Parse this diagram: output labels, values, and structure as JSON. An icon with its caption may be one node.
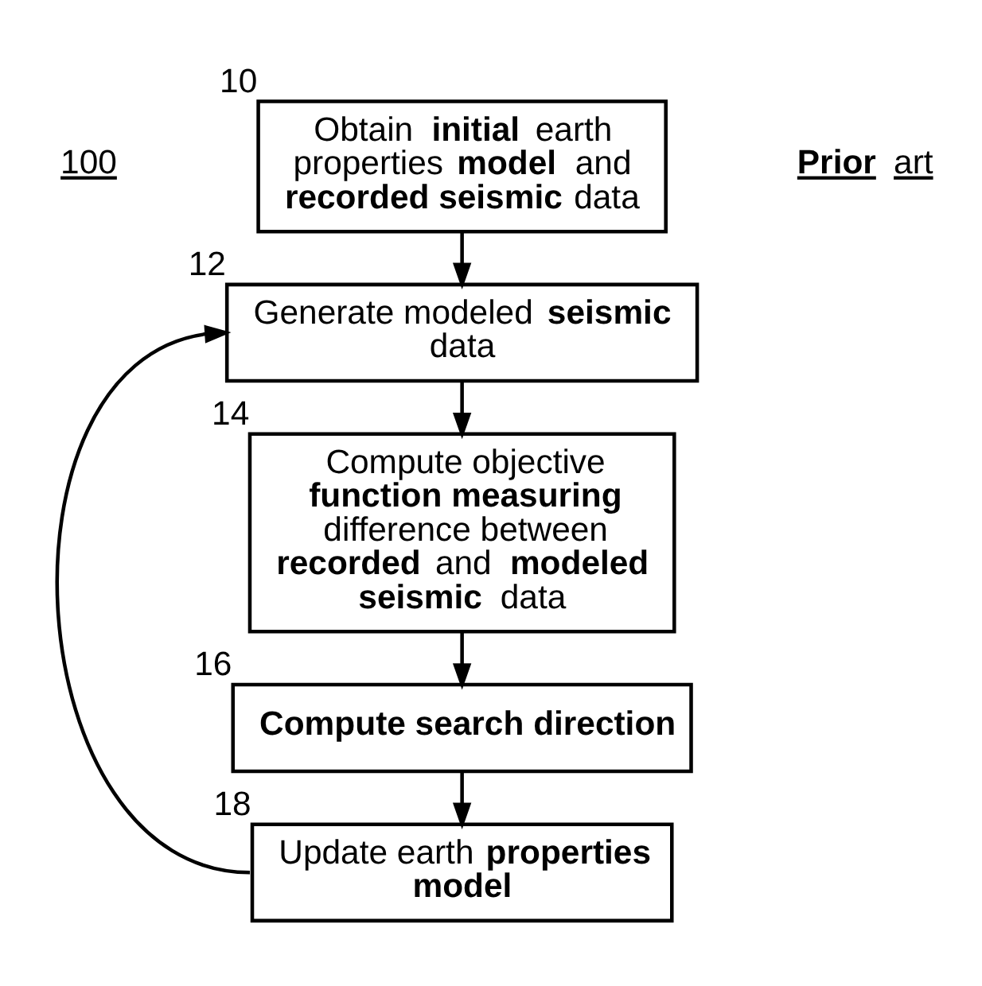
{
  "diagram": {
    "nodes": [
      {
        "text": [
          "Obtain **initial** earth properties **model** and **recorded seismic** data"
        ],
        "beside": [
          "10"
        ]
      },
      {
        "text": [
          "Generate modeled **seismic** data"
        ],
        "beside": [
          "12"
        ]
      },
      {
        "text": [
          "Compute objective **function measuring** difference between **recorded** and **modeled seismic** data"
        ],
        "beside": [
          "14"
        ]
      },
      {
        "text": [
          "**Compute search direction**"
        ],
        "beside": [
          "16"
        ]
      },
      {
        "text": [
          "Update earth **properties model**"
        ],
        "beside": [
          "18"
        ]
      }
    ],
    "edges": [
      {
        "from": 0,
        "to": 1,
        "arrow": "to"
      },
      {
        "from": 1,
        "to": 2,
        "arrow": "to"
      },
      {
        "from": 2,
        "to": 3,
        "arrow": "to"
      },
      {
        "from": 3,
        "to": 4,
        "arrow": "to"
      },
      {
        "from": 4,
        "to": 1,
        "arrow": "to"
      }
    ],
    "labels": [
      "100",
      "**Prior** art"
    ]
  }
}
